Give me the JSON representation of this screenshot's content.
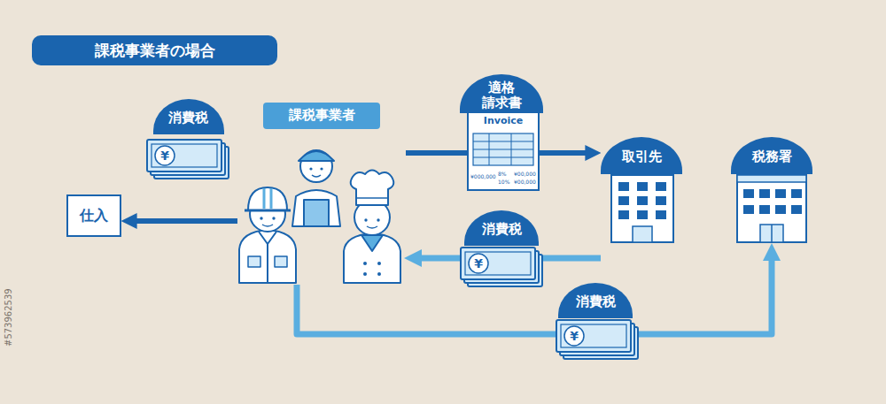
{
  "diagram": {
    "title": "課税事業者の場合",
    "nodes": [
      {
        "text": [
          "消費税"
        ]
      },
      {
        "text": [
          "課税事業者"
        ]
      },
      {
        "text": [
          "適格 請求書"
        ]
      },
      {
        "text": [
          "仕入"
        ]
      },
      {
        "text": [
          "取引先"
        ]
      },
      {
        "text": [
          "税務署"
        ]
      },
      {
        "text": [
          "消費税"
        ]
      },
      {
        "text": [
          "消費税"
        ]
      }
    ],
    "edges": [
      {
        "from": 1,
        "to": 3,
        "arrow": "to"
      },
      {
        "from": 1,
        "to": 4,
        "arrow": "to"
      },
      {
        "from": 4,
        "to": 1,
        "arrow": "to"
      },
      {
        "from": 1,
        "to": 5,
        "arrow": "to"
      }
    ],
    "labels": [
      "Invoice",
      "¥000,000",
      "8%",
      "10%",
      "¥00,000",
      "¥00,000",
      "¥",
      "¥",
      "¥",
      "#573962539"
    ]
  }
}
